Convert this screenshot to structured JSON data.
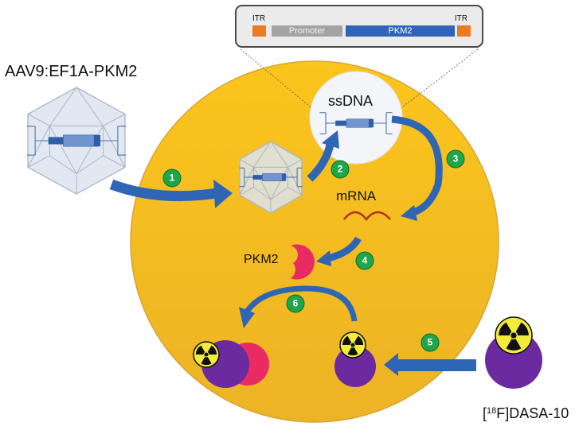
{
  "figure": {
    "vector_label": "AAV9:EF1A-PKM2",
    "tracer_label_prefix": "[",
    "tracer_label_isotope": "18",
    "tracer_label_suffix": "F]DASA-10",
    "nucleus_label": "ssDNA",
    "mrna_label": "mRNA",
    "protein_label": "PKM2"
  },
  "construct": {
    "itr_left_label": "ITR",
    "itr_right_label": "ITR",
    "promoter_label": "Promoter",
    "gene_label": "PKM2"
  },
  "steps": [
    {
      "label": "1"
    },
    {
      "label": "2"
    },
    {
      "label": "3"
    },
    {
      "label": "4"
    },
    {
      "label": "5"
    },
    {
      "label": "6"
    }
  ],
  "colors": {
    "cell": "#f7bd17",
    "cell_edge": "#d6a32a",
    "nucleus": "#f4f5f8",
    "arrow": "#2e66b5",
    "step_badge": "#1ea64a",
    "capsid_fill": "#dde4ef",
    "capsid_line": "#a9b6c8",
    "pkm2_protein": "#ea2a62",
    "tracer": "#6b2aa0",
    "radiation_fill": "#f3ec3d",
    "mrna": "#b5321a",
    "itr": "#ec7a20",
    "promoter": "#a3a3a3",
    "gene": "#2f64b8"
  },
  "icons": {
    "capsid": "icosahedron-icon",
    "radiation": "radiation-trefoil-icon",
    "dna": "aav-genome-icon",
    "mrna": "mrna-wave-icon",
    "protein": "crescent-protein-icon"
  }
}
